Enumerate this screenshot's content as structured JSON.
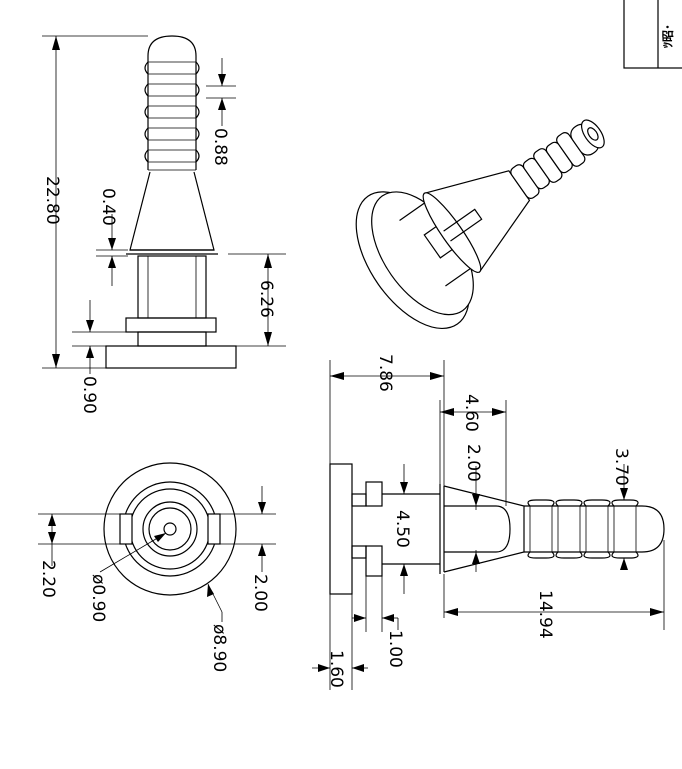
{
  "dimensions": {
    "d_22_80": "22.80",
    "d_0_88": "0.88",
    "d_0_40": "0.40",
    "d_6_26": "6.26",
    "d_0_90": "0.90",
    "d_2_20": "2.20",
    "d_dia_0_90": "ø0.90",
    "d_2_00_front": "2.00",
    "d_dia_8_90": "ø8.90",
    "d_7_86": "7.86",
    "d_4_60": "4.60",
    "d_2_00_side": "2.00",
    "d_4_50": "4.50",
    "d_3_70": "3.70",
    "d_14_94": "14.94",
    "d_1_00": "1.00",
    "d_1_60": "1.60"
  },
  "title_block": {
    "label": "ﾂ昭･"
  }
}
